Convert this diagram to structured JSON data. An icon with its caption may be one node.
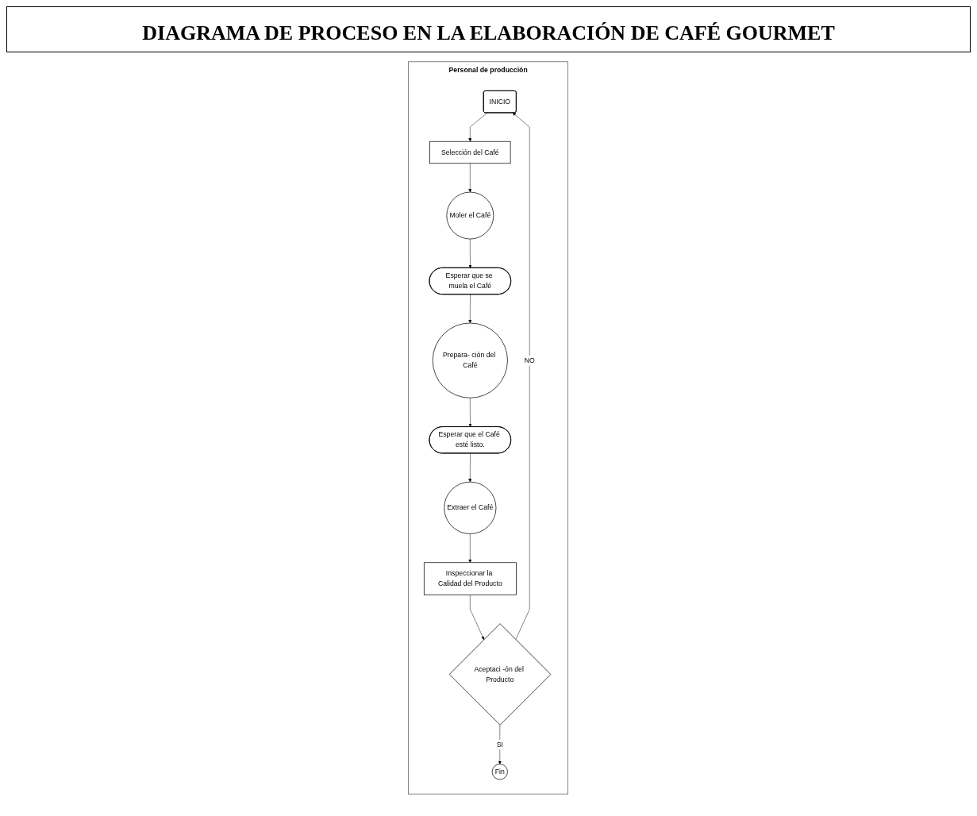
{
  "diagram": {
    "title": "DIAGRAMA DE PROCESO EN LA ELABORACIÓN DE CAFÉ GOURMET",
    "nodes": [
      {
        "text": [
          "Personal de producción"
        ]
      },
      {
        "text": [
          "INICIO"
        ],
        "in": 0
      },
      {
        "text": [
          "Selección del Café"
        ],
        "in": 0
      },
      {
        "text": [
          "Moler el Café"
        ],
        "in": 0
      },
      {
        "text": [
          "Esperar que se muela el Café"
        ],
        "in": 0
      },
      {
        "text": [
          "Prepara- ción del Café"
        ],
        "in": 0
      },
      {
        "text": [
          "Esperar que el Café esté listo."
        ],
        "in": 0
      },
      {
        "text": [
          "Extraer el Café"
        ],
        "in": 0
      },
      {
        "text": [
          "Inspeccionar la Calidad del Producto"
        ],
        "in": 0
      },
      {
        "text": [
          "Aceptaci -ón del Producto"
        ],
        "in": 0
      },
      {
        "text": [
          "Fin"
        ],
        "in": 0
      }
    ],
    "edges": [
      {
        "from": 1,
        "to": 2,
        "arrow": "to"
      },
      {
        "from": 2,
        "to": 3,
        "arrow": "to"
      },
      {
        "from": 3,
        "to": 4,
        "arrow": "to"
      },
      {
        "from": 4,
        "to": 5,
        "arrow": "to"
      },
      {
        "from": 5,
        "to": 6,
        "arrow": "to"
      },
      {
        "from": 6,
        "to": 7,
        "arrow": "to"
      },
      {
        "from": 7,
        "to": 8,
        "arrow": "to"
      },
      {
        "from": 8,
        "to": 9,
        "arrow": "to"
      },
      {
        "from": 9,
        "to": 10,
        "label": "SI",
        "arrow": "to"
      },
      {
        "from": 9,
        "to": 1,
        "label": "NO",
        "arrow": "to"
      }
    ]
  }
}
